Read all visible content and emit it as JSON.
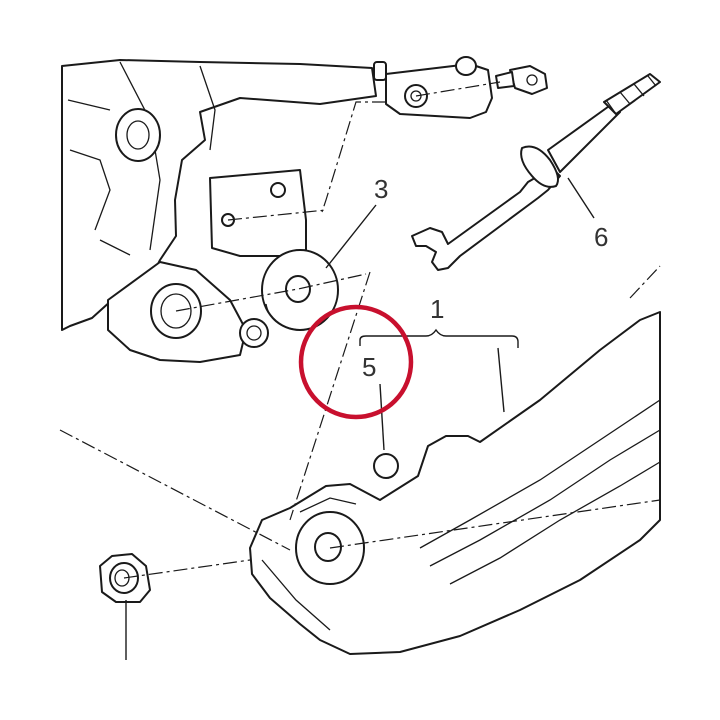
{
  "diagram": {
    "callouts": {
      "c1": "1",
      "c3": "3",
      "c5": "5",
      "c6": "6"
    },
    "colors": {
      "line": "#1a1a1a",
      "highlight_ring": "#c8102e",
      "label": "#333333"
    }
  }
}
